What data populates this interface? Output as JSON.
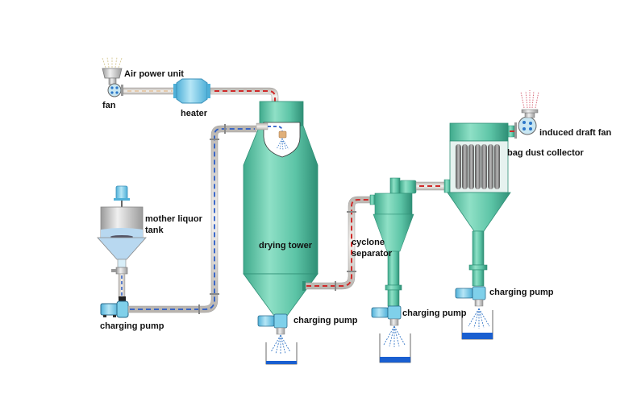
{
  "title": "Spray drying process flow diagram",
  "labels": {
    "air_power_unit": "Air power unit",
    "fan": "fan",
    "heater": "heater",
    "mother_liquor_tank_line1": "mother liquor",
    "mother_liquor_tank_line2": "tank",
    "charging_pump_feed": "charging pump",
    "drying_tower": "drying tower",
    "charging_pump_tower": "charging pump",
    "cyclone_line1": "cyclone",
    "cyclone_line2": "separator",
    "charging_pump_cyclone": "charging pump",
    "induced_draft_fan": "induced draft fan",
    "bag_dust_collector": "bag dust collector",
    "charging_pump_collector": "charging pump"
  },
  "colors": {
    "equipment_green": "#5fc4a8",
    "equipment_green_dark": "#2f8f76",
    "pipe": "#e8e4e0",
    "hot_air_flow": "#d02a2a",
    "liquid_flow": "#2a5cc8",
    "liquid": "#1a5fd0",
    "heater_blue": "#8fd3ee",
    "pump_blue": "#7fd0ea"
  }
}
